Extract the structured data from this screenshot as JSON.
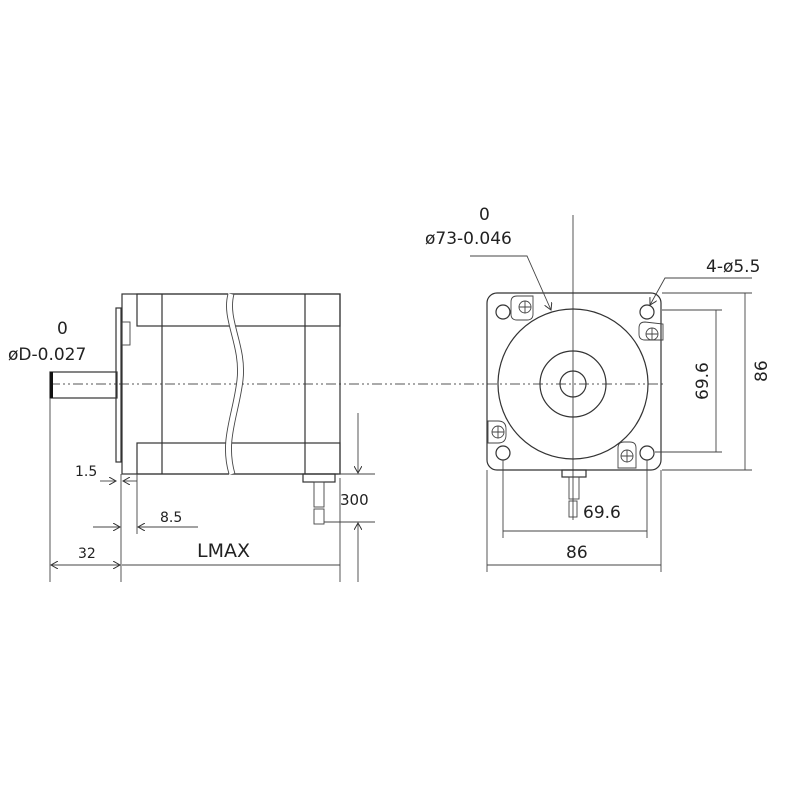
{
  "side_view": {
    "shaft_tolerance_upper": "0",
    "shaft_tolerance": "øD-0.027",
    "dim_flange": "1.5",
    "dim_boss": "8.5",
    "dim_shaft_length": "32",
    "dim_body_length": "LMAX",
    "dim_lead_length": "300"
  },
  "front_view": {
    "pilot_tolerance_upper": "0",
    "pilot_tolerance": "ø73-0.046",
    "mounting_holes": "4-ø5.5",
    "dim_hole_spacing_vertical": "69.6",
    "dim_body_height": "86",
    "dim_hole_spacing_horizontal": "69.6",
    "dim_body_width": "86"
  },
  "colors": {
    "line": "#333333",
    "background": "#ffffff"
  }
}
